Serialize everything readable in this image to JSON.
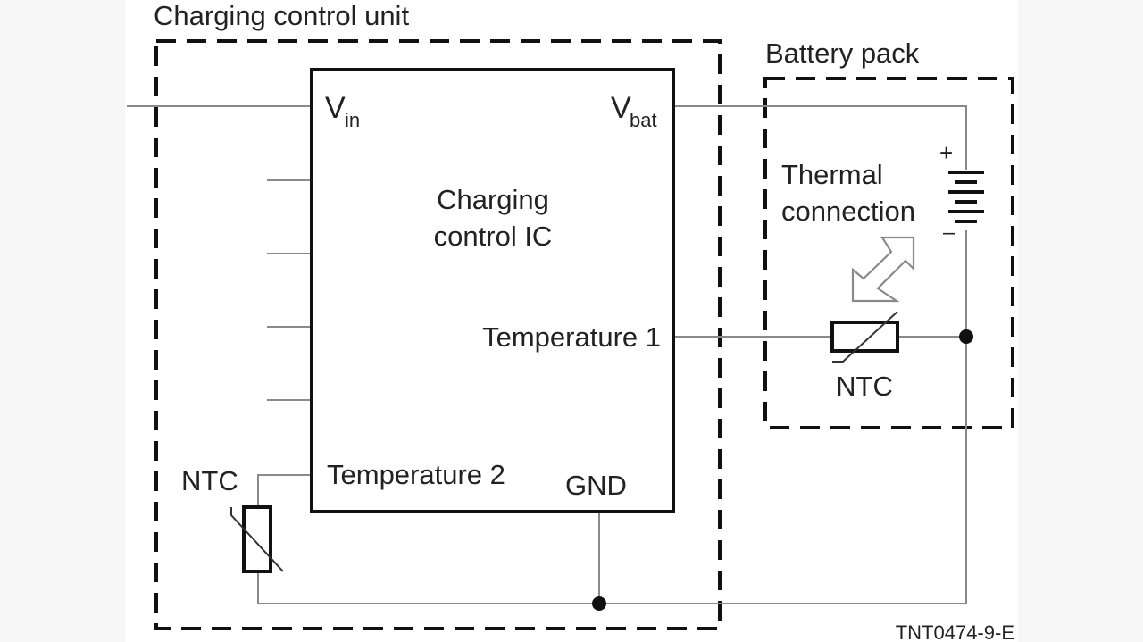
{
  "diagram": {
    "title_charging_unit": "Charging control unit",
    "title_battery_pack": "Battery pack",
    "ic": {
      "name_line1": "Charging",
      "name_line2": "control IC",
      "pin_vin_main": "V",
      "pin_vin_sub": "in",
      "pin_vbat_main": "V",
      "pin_vbat_sub": "bat",
      "pin_temp1": "Temperature 1",
      "pin_temp2": "Temperature 2",
      "pin_gnd": "GND"
    },
    "battery": {
      "plus": "+",
      "minus": "–"
    },
    "thermal_line1": "Thermal",
    "thermal_line2": "connection",
    "ntc_battery": "NTC",
    "ntc_unit": "NTC",
    "figure_code": "TNT0474-9-E"
  }
}
